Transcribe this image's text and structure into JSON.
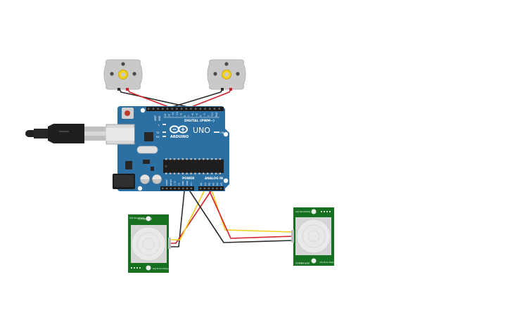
{
  "board": {
    "brand": "ARDUINO",
    "model": "UNO",
    "digital_label": "DIGITAL (PWM~)",
    "power_label": "POWER",
    "analog_label": "ANALOG IN",
    "on_label": "ON",
    "tx_label": "TX",
    "rx_label": "RX",
    "l_label": "L",
    "aref_label": "AREF",
    "gnd_label": "GND",
    "digital_pins": [
      "13",
      "12",
      "~11",
      "~10",
      "~9",
      "8",
      "7",
      "~6",
      "~5",
      "4",
      "~3",
      "2",
      "TX1",
      "RX0"
    ],
    "power_pins": [
      "IOREF",
      "RESET",
      "3.3V",
      "5V",
      "GND",
      "GND",
      "Vin"
    ],
    "analog_pins": [
      "A0",
      "A1",
      "A2",
      "A3",
      "A4",
      "A5"
    ]
  },
  "motors": [
    {
      "id": "motor-left"
    },
    {
      "id": "motor-right"
    }
  ],
  "pir_sensors": [
    {
      "id": "pir-left",
      "top_label": "DYP-ME003",
      "top_label2": "Adj Sensitivity",
      "bottom_label": "Adj Time Delay"
    },
    {
      "id": "pir-right",
      "top_label": "DYP-ME003",
      "top_label2": "Adj Sensitivity",
      "bottom_label": "Adj Time Delay"
    }
  ],
  "colors": {
    "board": "#2c6fa3",
    "board_dark": "#1d5683",
    "pcb_green": "#16701f",
    "wire_red": "#d4222a",
    "wire_black": "#2b2b2b",
    "wire_yellow": "#f0cf1e",
    "motor_body": "#c9c9c9",
    "motor_hub": "#f3d21c"
  }
}
